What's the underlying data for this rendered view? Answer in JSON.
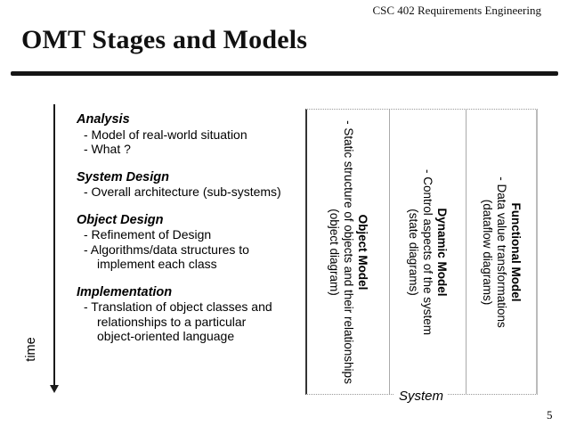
{
  "header": {
    "course": "CSC 402 Requirements Engineering"
  },
  "title": "OMT Stages and Models",
  "page_number": "5",
  "time_axis": {
    "label": "time"
  },
  "stages": [
    {
      "name": "Analysis",
      "details": [
        "- Model of real-world situation",
        "- What ?"
      ]
    },
    {
      "name": "System Design",
      "details": [
        "- Overall architecture (sub-systems)"
      ]
    },
    {
      "name": "Object Design",
      "details": [
        "- Refinement of Design",
        "- Algorithms/data structures to",
        "implement each class"
      ]
    },
    {
      "name": "Implementation",
      "details": [
        "- Translation of object classes and",
        "relationships to a particular",
        "object-oriented language"
      ]
    }
  ],
  "models_box": {
    "caption": "System",
    "columns": [
      {
        "title": "Object Model",
        "description": "- Static structure of objects and their relationships",
        "notation": "(object diagram)"
      },
      {
        "title": "Dynamic Model",
        "description": "- Control aspects of the system",
        "notation": "(state diagrams)"
      },
      {
        "title": "Functional Model",
        "description": "- Data value transformations",
        "notation": "(dataflow diagrams)"
      }
    ]
  }
}
